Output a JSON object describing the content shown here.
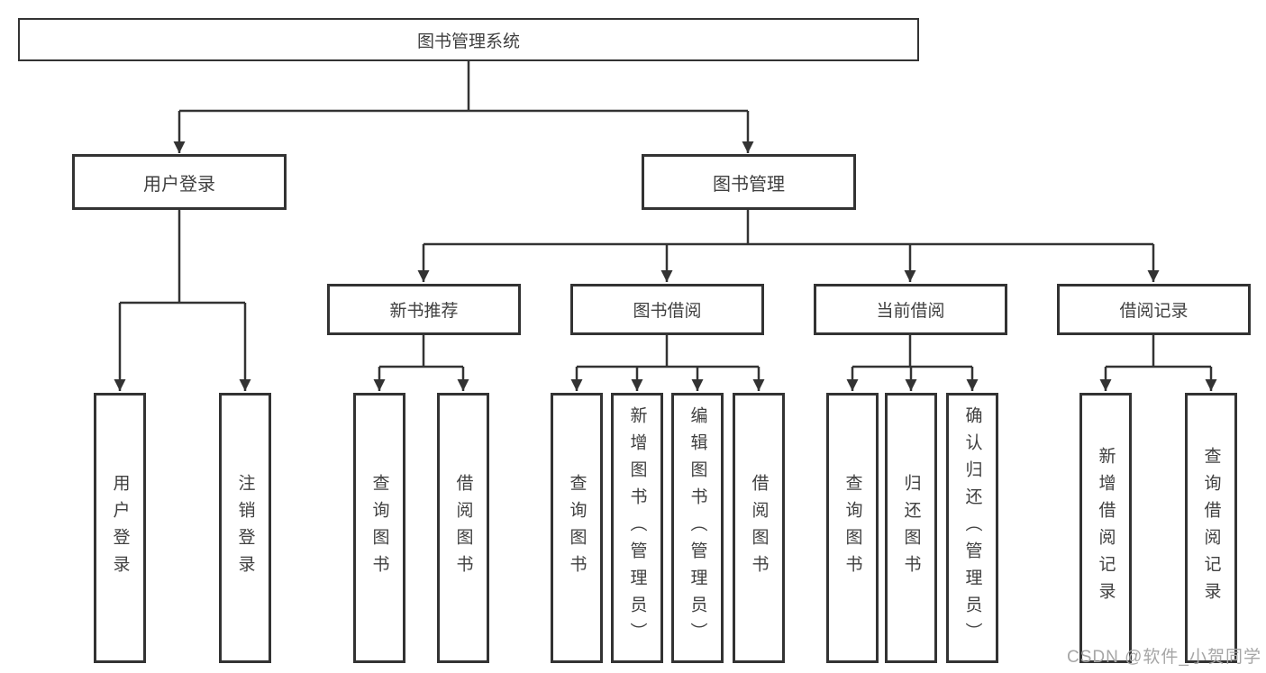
{
  "tree": {
    "label": "图书管理系统",
    "children": [
      {
        "label": "用户登录",
        "children": [
          {
            "label": "用户登录"
          },
          {
            "label": "注销登录"
          }
        ]
      },
      {
        "label": "图书管理",
        "children": [
          {
            "label": "新书推荐",
            "children": [
              {
                "label": "查询图书"
              },
              {
                "label": "借阅图书"
              }
            ]
          },
          {
            "label": "图书借阅",
            "children": [
              {
                "label": "查询图书"
              },
              {
                "label": "新增图书（管理员）"
              },
              {
                "label": "编辑图书（管理员）"
              },
              {
                "label": "借阅图书"
              }
            ]
          },
          {
            "label": "当前借阅",
            "children": [
              {
                "label": "查询图书"
              },
              {
                "label": "归还图书"
              },
              {
                "label": "确认归还（管理员）"
              }
            ]
          },
          {
            "label": "借阅记录",
            "children": [
              {
                "label": "新增借阅记录"
              },
              {
                "label": "查询借阅记录"
              }
            ]
          }
        ]
      }
    ]
  },
  "watermark": "CSDN @软件_小贺同学",
  "colors": {
    "line": "#333333",
    "box_border": "#333333",
    "text": "#404040",
    "watermark": "#a6a6a6",
    "background": "#ffffff"
  }
}
